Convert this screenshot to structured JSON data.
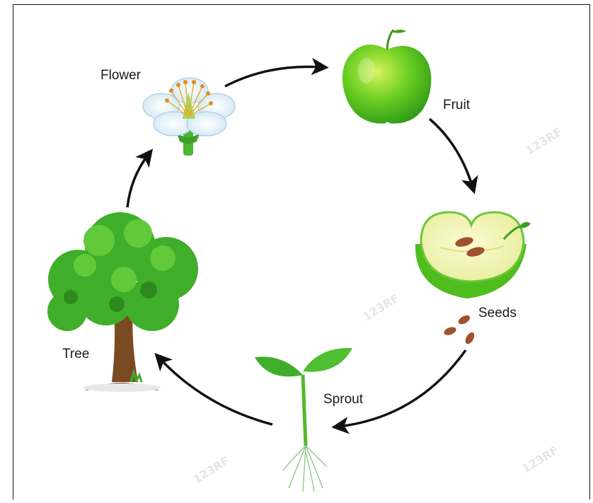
{
  "stages": {
    "flower": "Flower",
    "fruit": "Fruit",
    "seeds": "Seeds",
    "sprout": "Sprout",
    "tree": "Tree"
  },
  "watermark": "123RF",
  "colors": {
    "arrow": "#111111",
    "leaf_green": "#3fae2a",
    "apple_green": "#5fc81e",
    "trunk": "#7a4a22",
    "flesh": "#f7f7b0",
    "seed": "#a0522d"
  }
}
